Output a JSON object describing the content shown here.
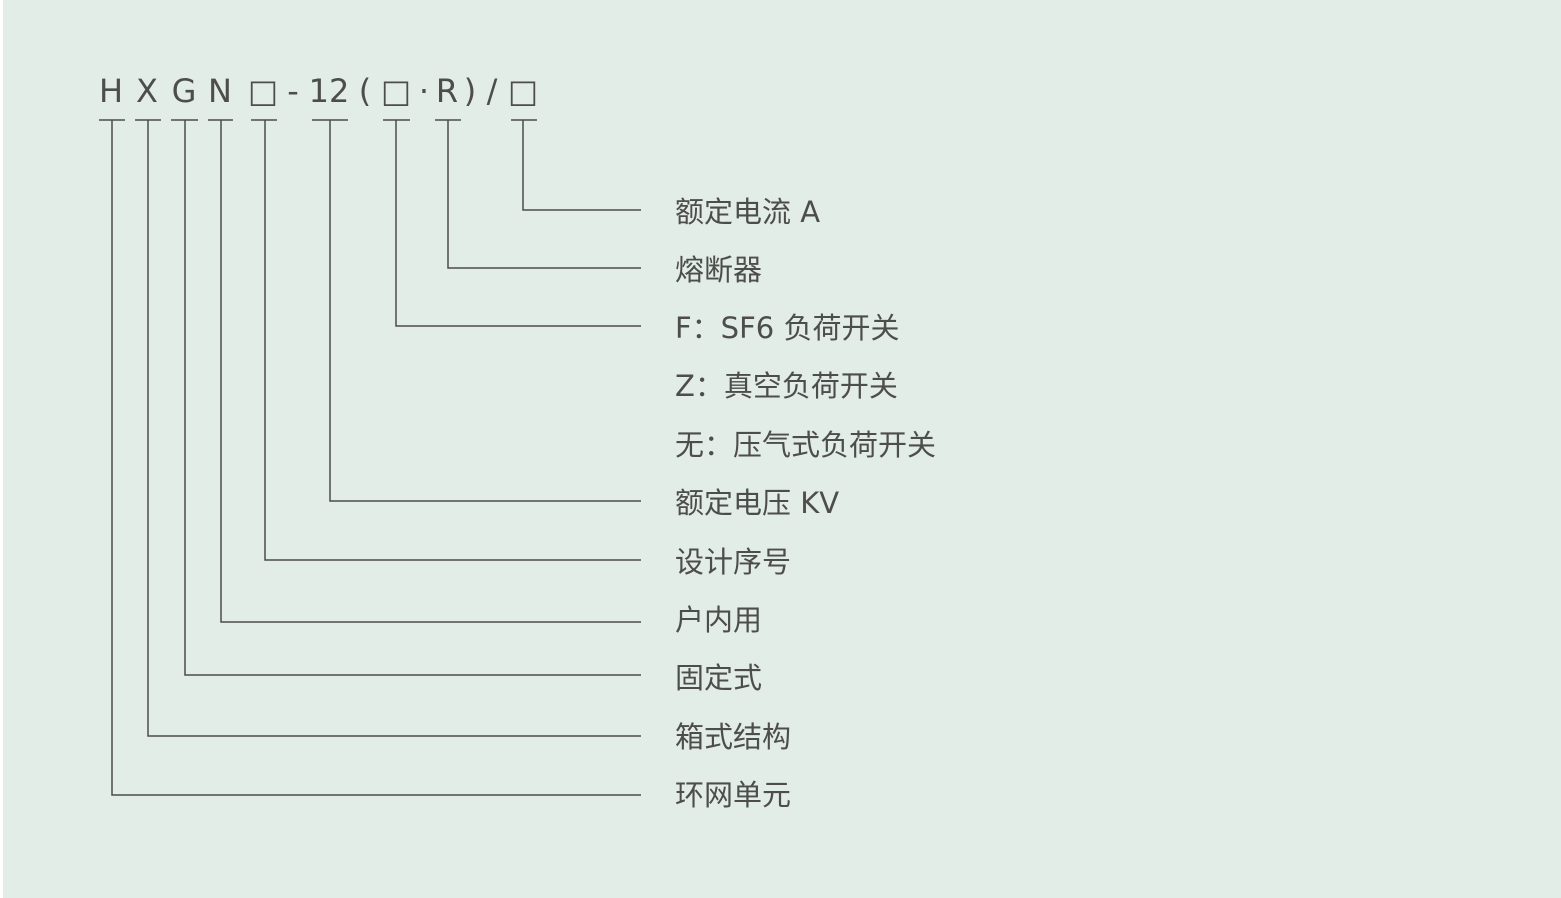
{
  "model_code": {
    "chars": [
      "H",
      "X",
      "G",
      "N",
      "□",
      "-",
      "12",
      "(",
      "□",
      "·",
      "R",
      ")",
      "/",
      "□"
    ]
  },
  "descriptions": [
    "额定电流 A",
    "熔断器",
    "F：SF6 负荷开关",
    "Z：真空负荷开关",
    "无：压气式负荷开关",
    "额定电压 KV",
    "设计序号",
    "户内用",
    "固定式",
    "箱式结构",
    "环网单元"
  ],
  "colors": {
    "background": "#e2ede7",
    "ink": "#4d4d4d"
  }
}
